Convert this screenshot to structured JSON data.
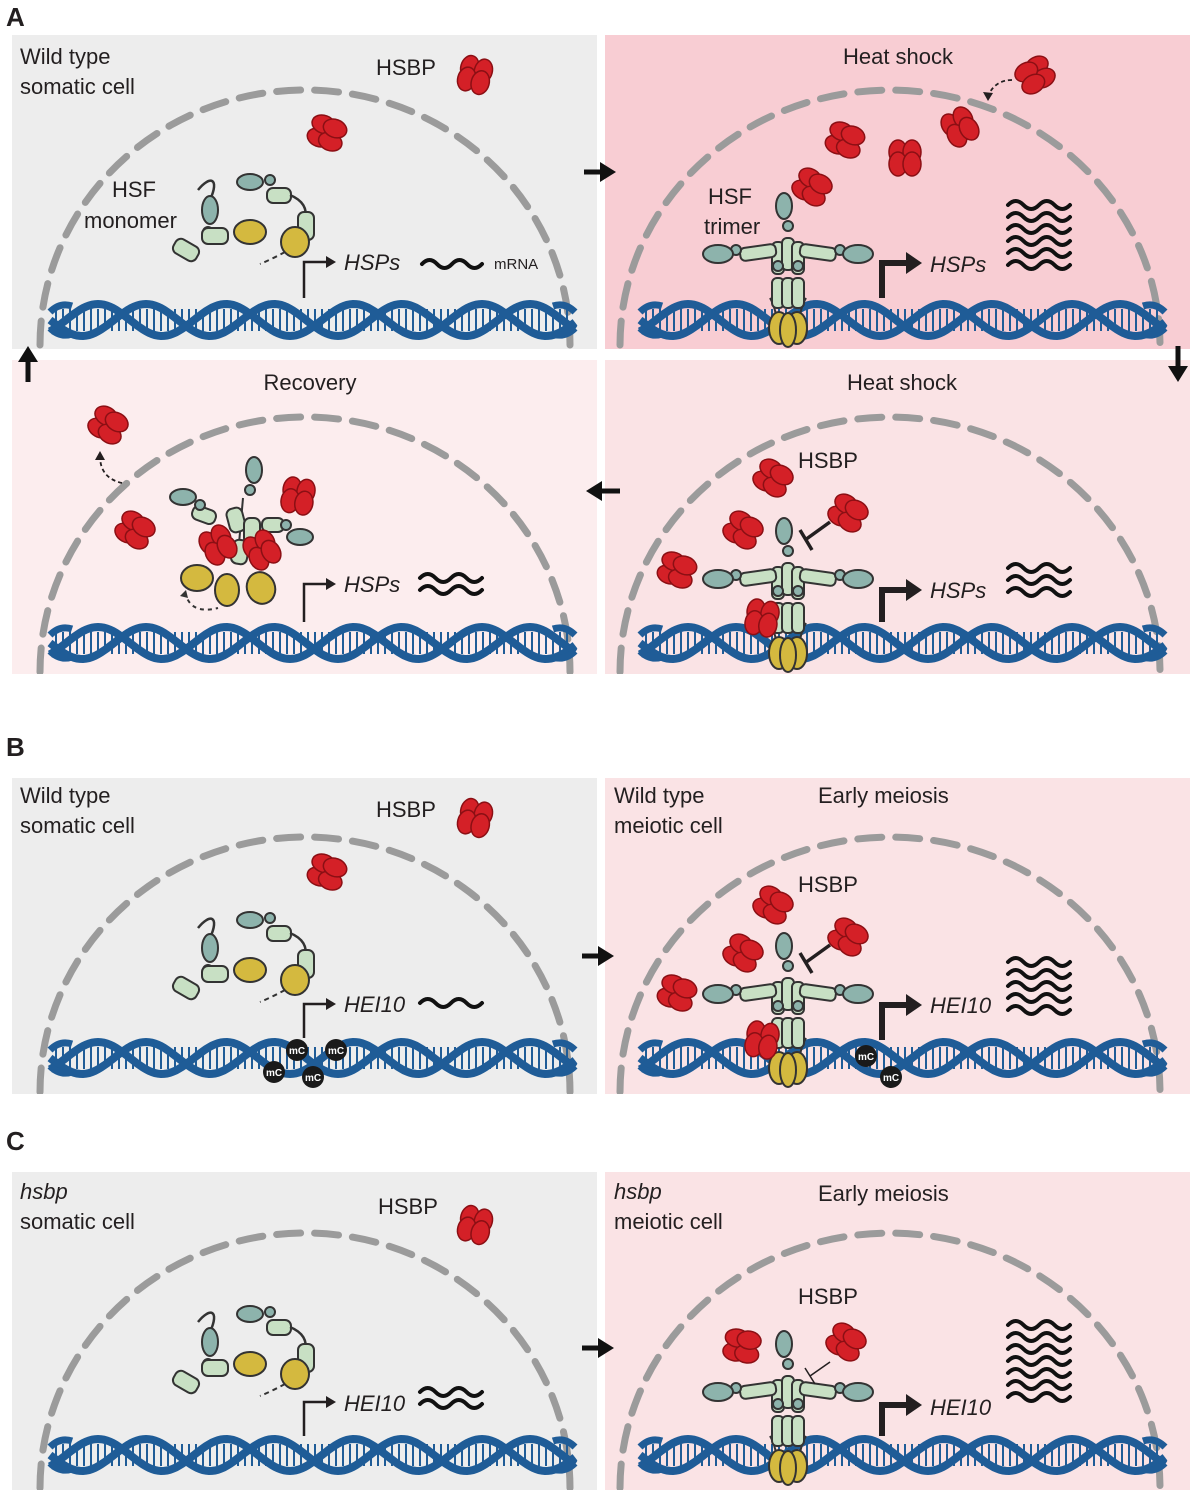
{
  "colors": {
    "grey_bg": "#ededed",
    "pink_bg": "#f8cdd3",
    "light_pink_bg": "#fae3e5",
    "lighter_pink_bg": "#fcedee",
    "nucleus": "#9b9b9b",
    "dna": "#1f5c97",
    "hsbp": "#d42027",
    "hsf_domain": "#c8e0c4",
    "hsf_head": "#8db3ac",
    "hsf_yellow": "#d4b93f",
    "methyl": "#1a1a1a"
  },
  "panels": {
    "A": {
      "letter": "A",
      "p1": {
        "line1": "Wild type",
        "line2": "somatic cell",
        "hsbp": "HSBP",
        "hsf1": "HSF",
        "hsf2": "monomer",
        "gene": "HSPs",
        "mrna": "mRNA"
      },
      "p2": {
        "title": "Heat shock",
        "hsf1": "HSF",
        "hsf2": "trimer",
        "gene": "HSPs"
      },
      "p3": {
        "title": "Recovery",
        "gene": "HSPs"
      },
      "p4": {
        "title": "Heat shock",
        "hsbp": "HSBP",
        "gene": "HSPs"
      }
    },
    "B": {
      "letter": "B",
      "p1": {
        "line1": "Wild type",
        "line2": "somatic cell",
        "hsbp": "HSBP",
        "gene": "HEI10",
        "methyl": "mC"
      },
      "p2": {
        "line1": "Wild type",
        "line2": "meiotic cell",
        "title": "Early meiosis",
        "hsbp": "HSBP",
        "gene": "HEI10",
        "methyl": "mC"
      }
    },
    "C": {
      "letter": "C",
      "p1": {
        "line1": "hsbp",
        "line2": "somatic cell",
        "hsbp": "HSBP",
        "gene": "HEI10"
      },
      "p2": {
        "line1": "hsbp",
        "line2": "meiotic cell",
        "title": "Early meiosis",
        "hsbp": "HSBP",
        "gene": "HEI10"
      }
    }
  }
}
